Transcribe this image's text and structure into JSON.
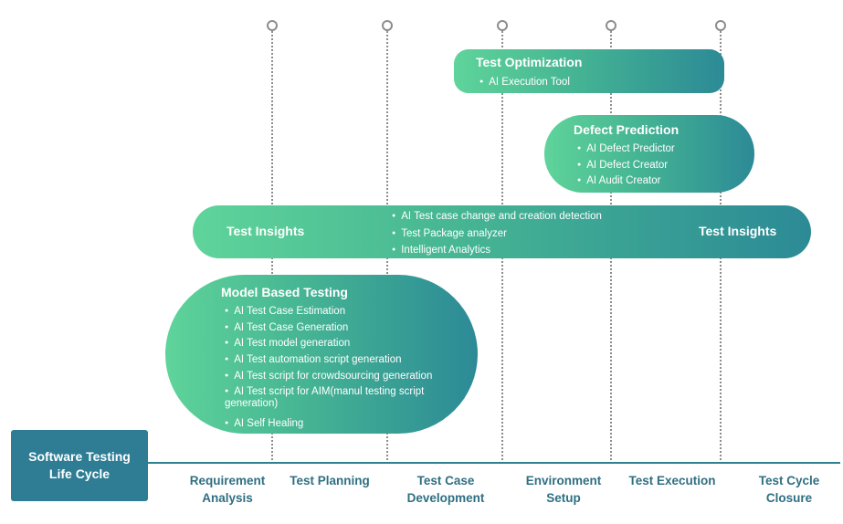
{
  "test_optimization": {
    "title": "Test Optimization",
    "items": [
      "AI Execution Tool"
    ]
  },
  "defect_prediction": {
    "title": "Defect Prediction",
    "items": [
      "AI Defect Predictor",
      "AI Defect Creator",
      "AI Audit Creator"
    ]
  },
  "test_insights": {
    "left_title": "Test Insights",
    "right_title": "Test Insights",
    "items": [
      "AI Test case change and creation detection",
      "Test Package analyzer",
      "Intelligent Analytics"
    ]
  },
  "model_based_testing": {
    "title": "Model Based Testing",
    "items": [
      "AI Test Case Estimation",
      "AI Test Case Generation",
      "AI Test model generation",
      "AI Test automation script generation",
      "AI Test script for crowdsourcing generation",
      "AI Test script for AIM(manul testing script generation)",
      "AI Self Healing"
    ]
  },
  "stlc": {
    "label": "Software Testing Life Cycle"
  },
  "phases": [
    "Requirement Analysis",
    "Test Planning",
    "Test Case Development",
    "Environment Setup",
    "Test Execution",
    "Test Cycle Closure"
  ],
  "colors": {
    "gradient_start": "#5fd49a",
    "gradient_end": "#2c8a96",
    "axis": "#2f7f91",
    "stlc_box": "#2e7d95",
    "phase_text": "#2f6f82",
    "dotted_line": "#8d8d8d"
  }
}
